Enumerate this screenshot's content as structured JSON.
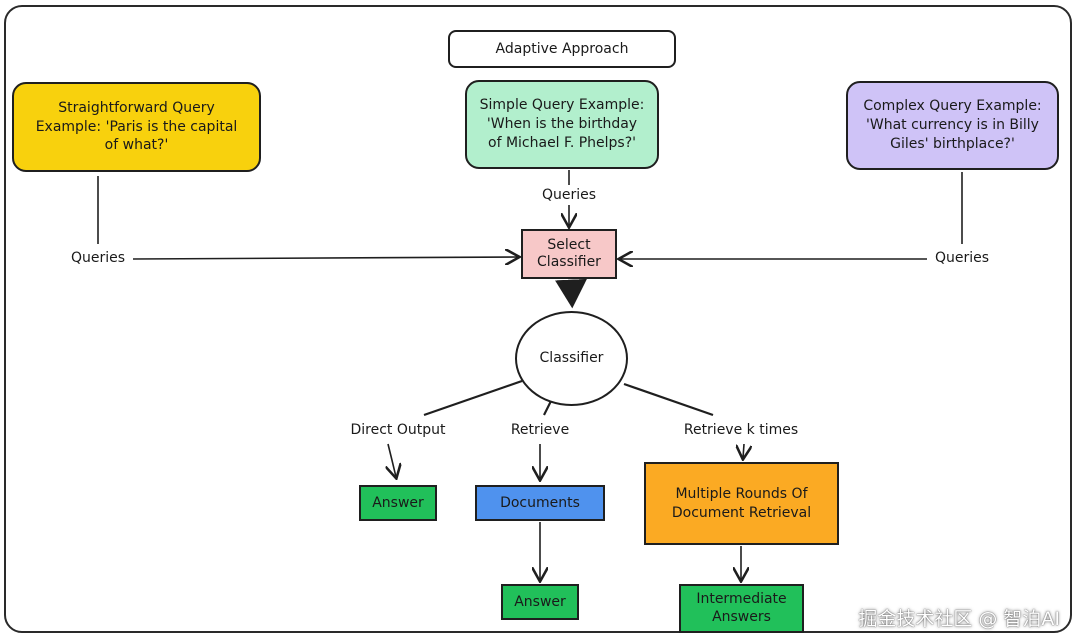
{
  "title": "Adaptive Approach",
  "colors": {
    "straightforward": "#f8d10d",
    "simple": "#b2efcd",
    "complex": "#cfc3f7",
    "select_classifier": "#f7c8c8",
    "answer": "#21c05a",
    "documents": "#4f92ee",
    "multiple_rounds": "#fbaa23",
    "intermediate": "#21c05a"
  },
  "nodes": {
    "straightforward_line1": "Straightforward Query",
    "straightforward_line2": "Example: 'Paris is the capital",
    "straightforward_line3": "of what?'",
    "simple_line1": "Simple Query Example:",
    "simple_line2": "'When is the birthday",
    "simple_line3": "of Michael F. Phelps?'",
    "complex_line1": "Complex Query Example:",
    "complex_line2": "'What currency is in Billy",
    "complex_line3": "Giles' birthplace?'",
    "select_line1": "Select",
    "select_line2": "Classifier",
    "classifier": "Classifier",
    "answer_left": "Answer",
    "documents": "Documents",
    "answer_middle": "Answer",
    "multi_line1": "Multiple Rounds Of",
    "multi_line2": "Document Retrieval",
    "inter_line1": "Intermediate",
    "inter_line2": "Answers"
  },
  "edges": {
    "queries_left": "Queries",
    "queries_top": "Queries",
    "queries_right": "Queries",
    "direct_output": "Direct Output",
    "retrieve": "Retrieve",
    "retrieve_k": "Retrieve k times"
  },
  "watermark": "掘金技术社区 @ 智泊AI"
}
